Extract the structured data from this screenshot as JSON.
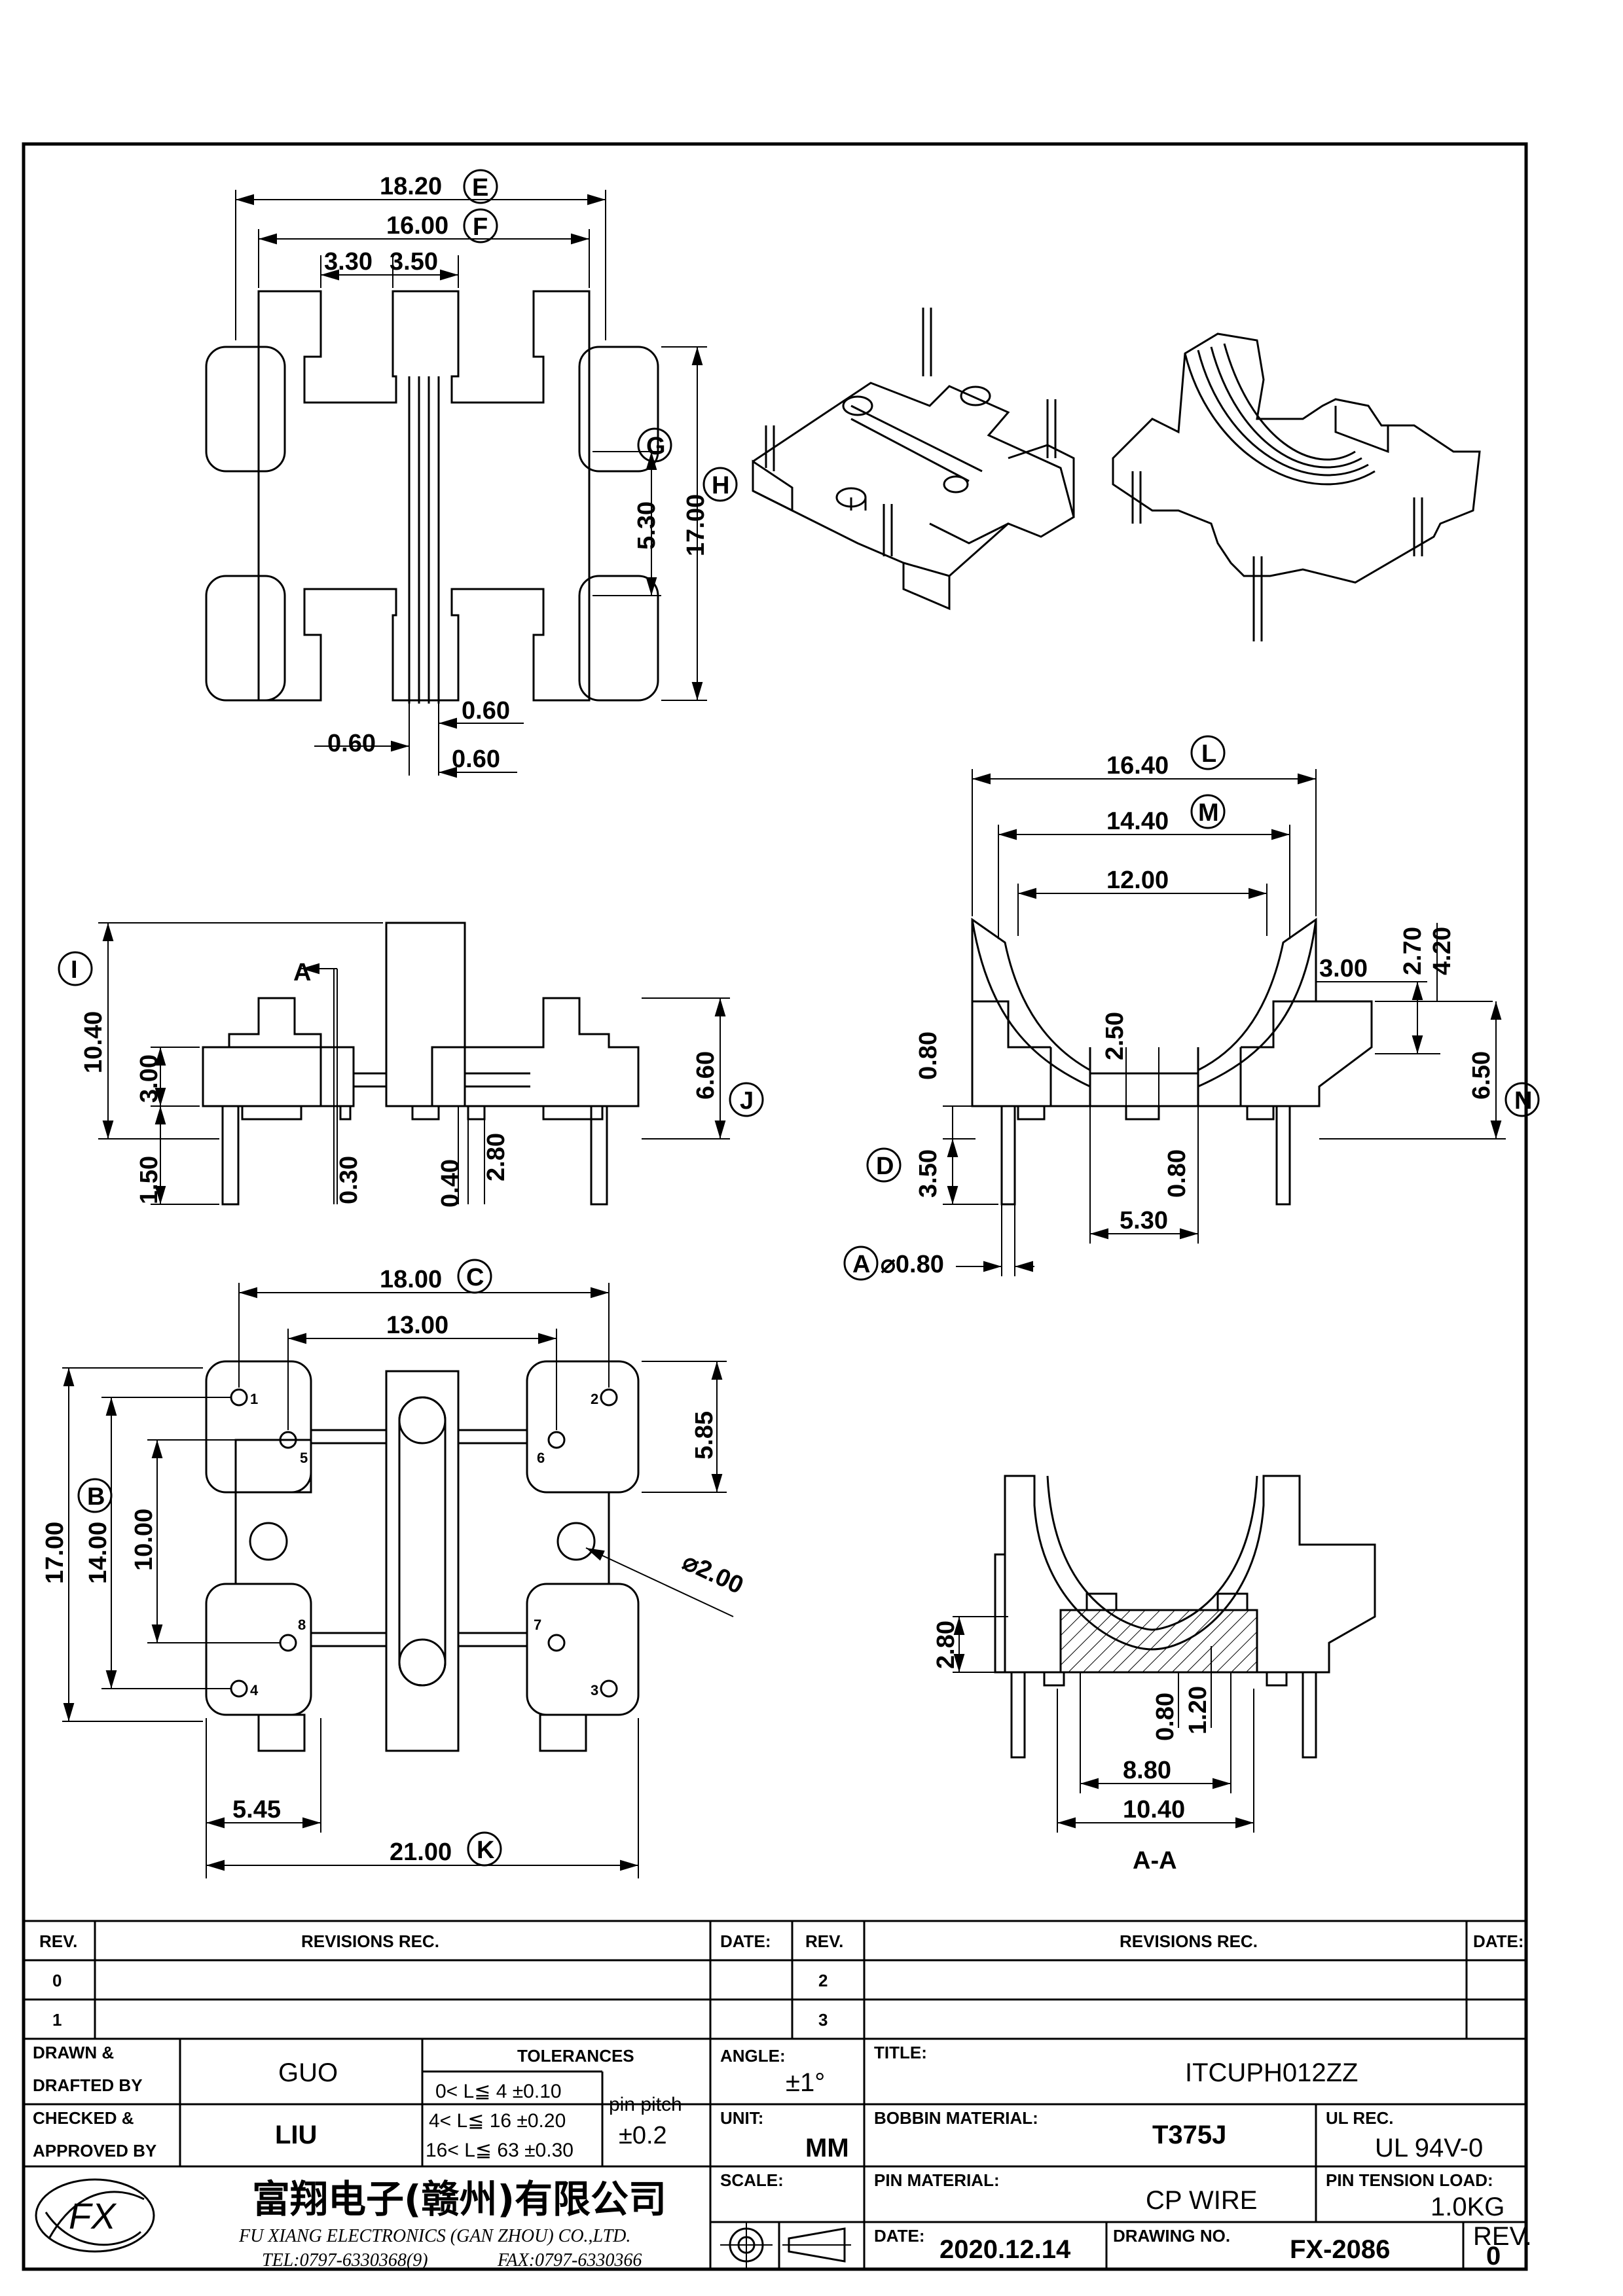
{
  "drawing": {
    "views": {
      "top": {
        "dims": {
          "E": "18.20",
          "F": "16.00",
          "w1": "3.30",
          "w2": "3.50",
          "G": "5.30",
          "H": "17.00",
          "s1": "0.60",
          "s2": "0.60",
          "s3": "0.60"
        },
        "circled": {
          "E": "E",
          "F": "F",
          "G": "G",
          "H": "H"
        }
      },
      "front": {
        "dims": {
          "I": "10.40",
          "a": "3.00",
          "b": "1.50",
          "c": "0.30",
          "d": "0.40",
          "e": "2.80",
          "J": "6.60"
        },
        "circled": {
          "I": "I",
          "J": "J"
        },
        "section_marker": "A"
      },
      "side": {
        "dims": {
          "L": "16.40",
          "M": "14.40",
          "w": "12.00",
          "p": "3.00",
          "q": "2.70",
          "r": "4.20",
          "s": "2.50",
          "t": "0.80",
          "N": "6.50",
          "D": "3.50",
          "u": "0.80",
          "v": "5.30",
          "A": "⌀0.80"
        },
        "circled": {
          "L": "L",
          "M": "M",
          "N": "N",
          "D": "D",
          "A": "A"
        }
      },
      "bottom": {
        "dims": {
          "C": "18.00",
          "w": "13.00",
          "h1": "5.85",
          "B": "14.00",
          "total": "17.00",
          "h2": "10.00",
          "hole": "⌀2.00",
          "x": "5.45",
          "K": "21.00"
        },
        "circled": {
          "C": "C",
          "B": "B",
          "K": "K"
        },
        "pins": [
          "1",
          "2",
          "3",
          "4",
          "5",
          "6",
          "7",
          "8"
        ]
      },
      "section": {
        "dims": {
          "a": "2.80",
          "b": "0.80",
          "c": "1.20",
          "d": "8.80",
          "e": "10.40"
        },
        "label": "A-A"
      }
    }
  },
  "title_block": {
    "rev_header": {
      "rev": "REV.",
      "revisions": "REVISIONS  REC.",
      "date": "DATE:"
    },
    "rev_rows": [
      "0",
      "1"
    ],
    "rev_rows_right": [
      "2",
      "3"
    ],
    "drawn_label_1": "DRAWN &",
    "drawn_label_2": "DRAFTED BY",
    "drawn_by": "GUO",
    "checked_label_1": "CHECKED &",
    "checked_label_2": "APPROVED BY",
    "checked_by": "LIU",
    "tolerances_label": "TOLERANCES",
    "tol_rows": [
      "0< L≦ 4  ±0.10",
      "4< L≦ 16 ±0.20",
      "16< L≦ 63 ±0.30"
    ],
    "pin_pitch_label": "pin pitch",
    "pin_pitch_value": "±0.2",
    "angle_label": "ANGLE:",
    "angle_value": "±1°",
    "unit_label": "UNIT:",
    "unit_value": "MM",
    "scale_label": "SCALE:",
    "title_label": "TITLE:",
    "title_value": "ITCUPH012ZZ",
    "bobbin_label": "BOBBIN MATERIAL:",
    "bobbin_value": "T375J",
    "ul_label": "UL REC.",
    "ul_value": "UL 94V-0",
    "pin_material_label": "PIN MATERIAL:",
    "pin_material_value": "CP WIRE",
    "pin_tension_label": "PIN TENSION LOAD:",
    "pin_tension_value": "1.0KG",
    "date_label": "DATE:",
    "date_value": "2020.12.14",
    "drawing_no_label": "DRAWING NO.",
    "drawing_no_value": "FX-2086",
    "rev_label": "REV.",
    "rev_value": "0",
    "company_cn": "富翔电子(赣州)有限公司",
    "company_en": "FU XIANG ELECTRONICS (GAN ZHOU) CO.,LTD.",
    "tel": "TEL:0797-6330368(9)",
    "fax": "FAX:0797-6330366",
    "logo_text": "FX"
  }
}
